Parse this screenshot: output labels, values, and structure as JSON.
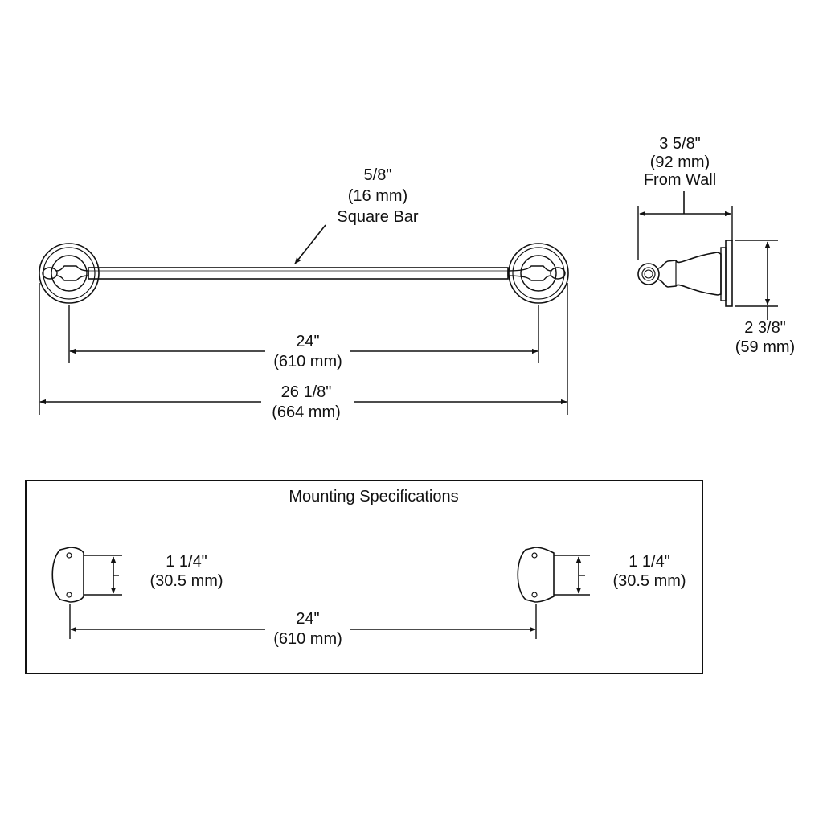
{
  "colors": {
    "ink": "#111111",
    "background": "#ffffff"
  },
  "front_view": {
    "bar_line1": "5/8\"",
    "bar_line2": "(16 mm)",
    "bar_line3": "Square Bar",
    "inner_in": "24\"",
    "inner_mm": "(610 mm)",
    "overall_in": "26 1/8\"",
    "overall_mm": "(664 mm)"
  },
  "side_view": {
    "projection_in": "3 5/8\"",
    "projection_mm": "(92 mm)",
    "projection_note": "From Wall",
    "height_in": "2 3/8\"",
    "height_mm": "(59 mm)"
  },
  "mounting": {
    "title": "Mounting Specifications",
    "left_hole_in": "1 1/4\"",
    "left_hole_mm": "(30.5 mm)",
    "right_hole_in": "1 1/4\"",
    "right_hole_mm": "(30.5 mm)",
    "spacing_in": "24\"",
    "spacing_mm": "(610 mm)"
  }
}
